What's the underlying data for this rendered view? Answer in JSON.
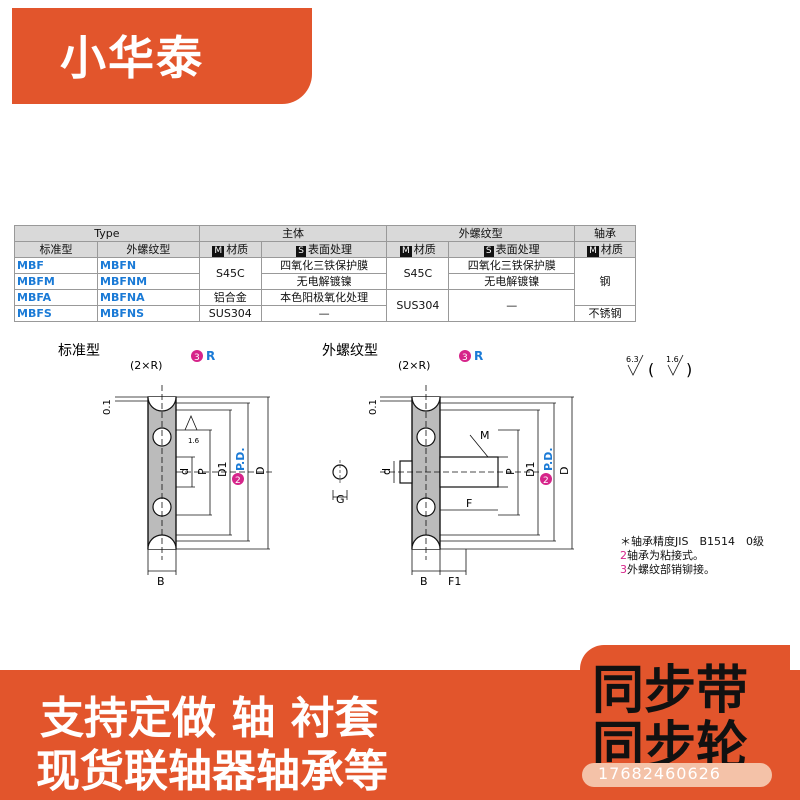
{
  "brand": {
    "name": "小华泰"
  },
  "table": {
    "header1": [
      "Type",
      "主体",
      "外螺纹型",
      "轴承"
    ],
    "header2": [
      "标准型",
      "外螺纹型",
      "材质",
      "表面处理",
      "材质",
      "表面处理",
      "材质"
    ],
    "markers": {
      "m": "M",
      "s": "S"
    },
    "rows": [
      {
        "std": "MBF",
        "ext": "MBFN",
        "main_mat": "S45C",
        "main_surf": "四氧化三铁保护膜",
        "ext_mat": "S45C",
        "ext_surf": "四氧化三铁保护膜",
        "bearing": "钢"
      },
      {
        "std": "MBFM",
        "ext": "MBFNM",
        "main_surf": "无电解镀镍",
        "ext_surf": "无电解镀镍"
      },
      {
        "std": "MBFA",
        "ext": "MBFNA",
        "main_mat": "铝合金",
        "main_surf": "本色阳极氧化处理",
        "ext_mat": "SUS304",
        "ext_surf": "—"
      },
      {
        "std": "MBFS",
        "ext": "MBFNS",
        "main_mat": "SUS304",
        "main_surf": "—",
        "bearing": "不锈钢"
      }
    ]
  },
  "drawing": {
    "std_title": "标准型",
    "ext_title": "外螺纹型",
    "r_label": "(2×R)",
    "r_badge": "3",
    "r_text": "R",
    "pd_badge": "2",
    "pd_text": "P.D.",
    "rough_a": "6.3",
    "rough_b": "1.6",
    "rough_small": "1.6",
    "dims": {
      "t": "0.1",
      "d": "d",
      "p": "P",
      "d1": "D1",
      "D": "D",
      "B": "B",
      "M": "M",
      "G": "G",
      "F": "F",
      "F1": "F1"
    }
  },
  "notes": {
    "line1": "＊轴承精度JIS　B1514　0级",
    "line2": "轴承为粘接式。",
    "line3": "外螺纹部销铆接。",
    "badge2": "2",
    "badge3": "3"
  },
  "banner": {
    "slogan1": "支持定做 轴 衬套",
    "slogan2": "现货联轴器轴承等",
    "product1": "同步带",
    "product2": "同步轮",
    "phone": "17682460626"
  },
  "colors": {
    "accent": "#e2552c",
    "blue": "#1a7ad6",
    "magenta": "#d6248a"
  }
}
